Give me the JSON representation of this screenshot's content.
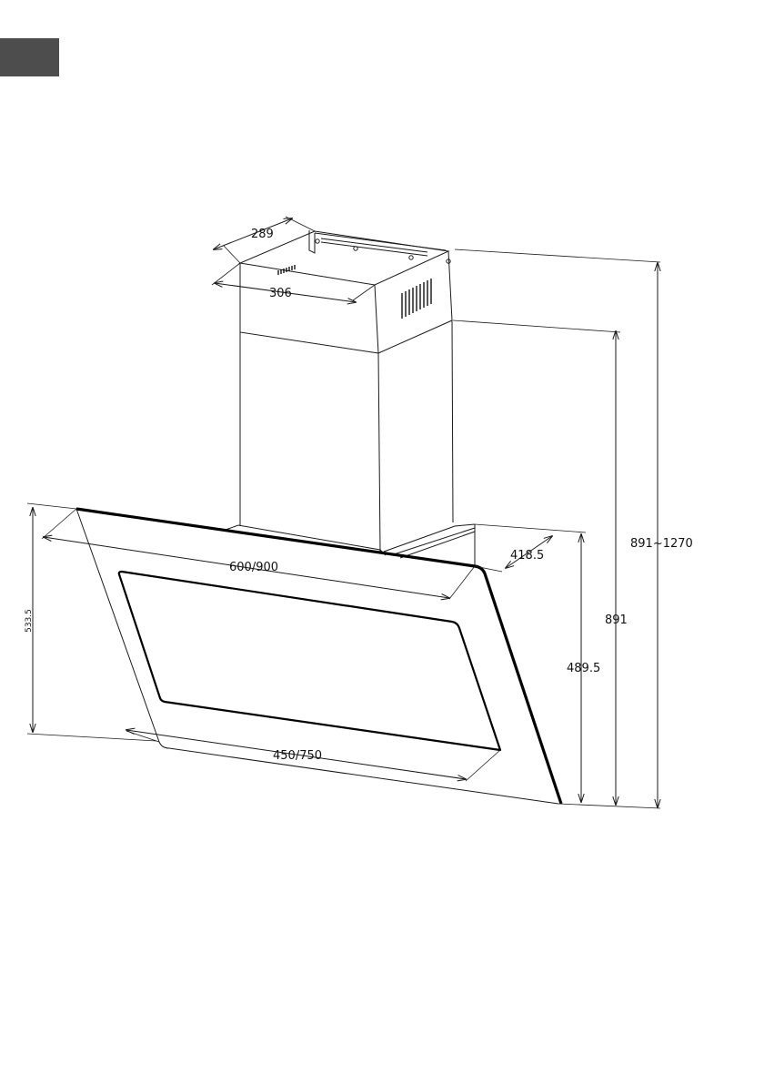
{
  "page": {
    "language_tab_color": "#4d4d4d"
  },
  "dimensions": {
    "chimney_depth": "289",
    "chimney_width": "306",
    "hood_width": "600/900",
    "glass_bottom_width": "450/750",
    "hood_depth": "418.5",
    "glass_height": "533.5",
    "hood_height": "489.5",
    "min_height": "891",
    "height_range": "891~1270"
  }
}
